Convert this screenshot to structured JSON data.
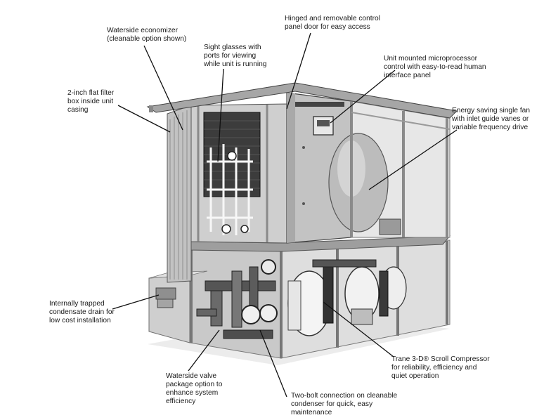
{
  "callouts": {
    "economizer": [
      "Waterside economizer",
      "(cleanable option shown)"
    ],
    "sight_glasses": [
      "Sight glasses with",
      "ports for viewing",
      "while unit is running"
    ],
    "hinged_door": [
      "Hinged and removable control",
      "panel door for easy access"
    ],
    "microprocessor": [
      "Unit mounted microprocessor",
      "control with easy-to-read human",
      "interface panel"
    ],
    "fan": [
      "Energy saving single fan",
      "with inlet guide vanes or",
      "variable frequency drive"
    ],
    "filter": [
      "2-inch flat filter",
      "box inside unit",
      "casing"
    ],
    "drain": [
      "Internally trapped",
      "condensate drain for",
      "low cost installation"
    ],
    "compressor": [
      "Trane 3-D® Scroll Compressor",
      "for reliability, efficiency and",
      "quiet operation"
    ],
    "valve": [
      "Waterside valve",
      "package option to",
      "enhance system",
      "efficiency"
    ],
    "two_bolt": [
      "Two-bolt connection on cleanable",
      "condenser for quick, easy",
      "maintenance"
    ]
  },
  "colors": {
    "text": "#1a1a1a",
    "leader": "#111111",
    "casing_light": "#d9d9d9",
    "casing_mid": "#b3b3b3",
    "casing_dark": "#6e6e6e",
    "frame": "#8a8a8a"
  }
}
